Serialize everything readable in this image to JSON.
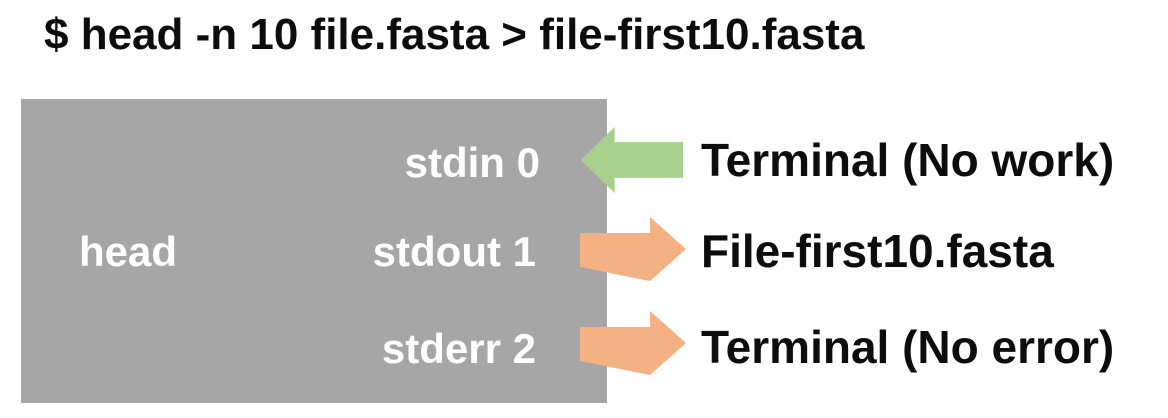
{
  "command": "$ head -n 10 file.fasta > file-first10.fasta",
  "process_box": {
    "name": "head"
  },
  "rows": [
    {
      "stream": "stdin 0",
      "direction": "in",
      "arrow_color": "#a9d18e",
      "target": "Terminal (No work)"
    },
    {
      "stream": "stdout 1",
      "direction": "out",
      "arrow_color": "#f4b183",
      "target": "File-first10.fasta"
    },
    {
      "stream": "stderr 2",
      "direction": "out",
      "arrow_color": "#f4b183",
      "target": "Terminal (No error)"
    }
  ],
  "colors": {
    "background": "#ffffff",
    "process_box_fill": "#a6a6a6",
    "stdin_arrow": "#a9d18e",
    "stdout_arrow": "#f4b183",
    "stderr_arrow": "#f4b183",
    "command_text": "#0d0d0d",
    "box_label_text": "#ffffff",
    "target_text": "#0d0d0d"
  }
}
